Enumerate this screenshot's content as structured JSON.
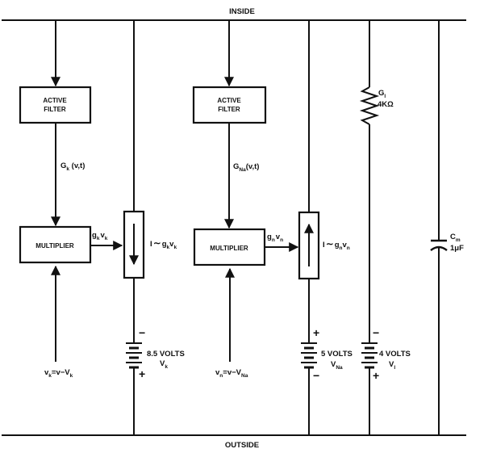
{
  "labels": {
    "inside": "INSIDE",
    "outside": "OUTSIDE"
  },
  "k_branch": {
    "filter_line1": "ACTIVE",
    "filter_line2": "FILTER",
    "conductance_main": "G",
    "conductance_sub": "k",
    "conductance_args": " (v,t)",
    "multiplier": "MULTIPLIER",
    "product_g": "g",
    "product_g_sub": "k",
    "product_v": "v",
    "product_v_sub": "k",
    "current_prefix": "I",
    "current_g": "g",
    "current_g_sub": "k",
    "current_v": "v",
    "current_v_sub": "k",
    "input_v": "v",
    "input_v_sub": "k",
    "input_eq": "=v−V",
    "input_eq_sub": "k",
    "battery_value": "8.5 VOLTS",
    "battery_name": "V",
    "battery_name_sub": "k",
    "battery_top_sign": "−",
    "battery_bottom_sign": "+"
  },
  "na_branch": {
    "filter_line1": "ACTIVE",
    "filter_line2": "FILTER",
    "conductance_main": "G",
    "conductance_sub": "Na",
    "conductance_args": "(v,t)",
    "multiplier": "MULTIPLIER",
    "product_g": "g",
    "product_g_sub": "n",
    "product_v": "v",
    "product_v_sub": "n",
    "current_prefix": "I",
    "current_g": "g",
    "current_g_sub": "n",
    "current_v": "v",
    "current_v_sub": "n",
    "input_v": "v",
    "input_v_sub": "n",
    "input_eq": "=v−V",
    "input_eq_sub": "Na",
    "battery_value": "5 VOLTS",
    "battery_name": "V",
    "battery_name_sub": "Na",
    "battery_top_sign": "+",
    "battery_bottom_sign": "−"
  },
  "leak_branch": {
    "conductance_main": "G",
    "conductance_sub": "l",
    "resistance": "4KΩ",
    "battery_value": "4 VOLTS",
    "battery_name": "V",
    "battery_name_sub": "l",
    "battery_top_sign": "−",
    "battery_bottom_sign": "+"
  },
  "capacitor": {
    "name": "C",
    "name_sub": "m",
    "value": "1μF"
  },
  "tilde": "∼"
}
